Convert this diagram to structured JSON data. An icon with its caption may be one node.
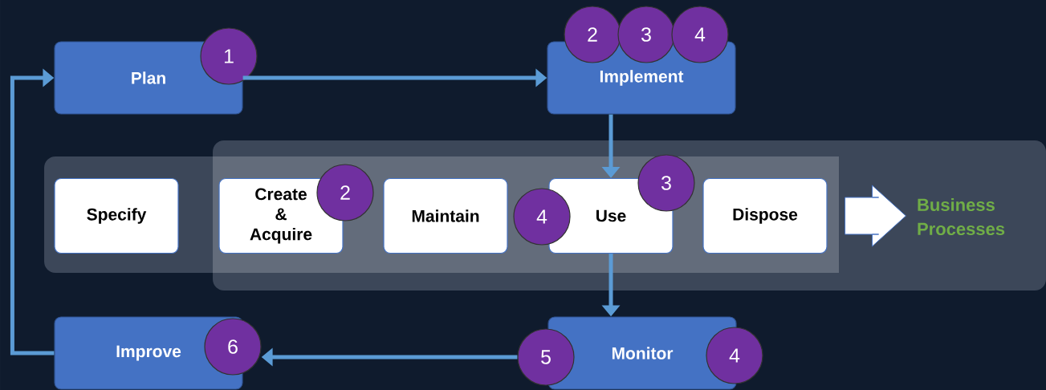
{
  "diagram": {
    "nodes": [
      {
        "text": [
          "Plan"
        ]
      },
      {
        "text": [
          "1"
        ]
      },
      {
        "text": [
          "Implement"
        ]
      },
      {
        "text": [
          "2"
        ]
      },
      {
        "text": [
          "3"
        ]
      },
      {
        "text": [
          "4"
        ]
      },
      {
        "text": [
          "Specify"
        ]
      },
      {
        "text": [
          "Create & Acquire"
        ]
      },
      {
        "text": [
          "2"
        ]
      },
      {
        "text": [
          "Maintain"
        ]
      },
      {
        "text": [
          "4"
        ]
      },
      {
        "text": [
          "Use"
        ]
      },
      {
        "text": [
          "3"
        ]
      },
      {
        "text": [
          "Dispose"
        ]
      },
      {
        "text": [
          "Business Processes"
        ]
      },
      {
        "text": [
          "Improve"
        ]
      },
      {
        "text": [
          "6"
        ]
      },
      {
        "text": [
          "5"
        ]
      },
      {
        "text": [
          "Monitor"
        ]
      },
      {
        "text": [
          "4"
        ]
      }
    ],
    "edges": [
      {
        "from": 0,
        "to": 2,
        "arrow": "to"
      },
      {
        "from": 2,
        "to": 11,
        "arrow": "to"
      },
      {
        "from": 13,
        "to": 14,
        "arrow": "to",
        "style": "thick",
        "color": "#ffffff"
      },
      {
        "from": 11,
        "to": 18,
        "arrow": "to"
      },
      {
        "from": 17,
        "to": 16,
        "arrow": "to"
      },
      {
        "from": 15,
        "to": 0,
        "arrow": "to"
      }
    ]
  }
}
